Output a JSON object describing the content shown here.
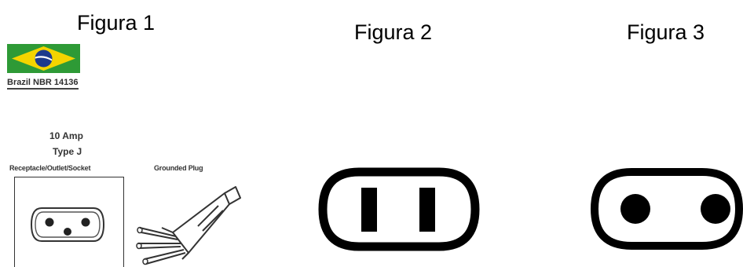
{
  "figures": [
    {
      "title": "Figura 1"
    },
    {
      "title": "Figura 2"
    },
    {
      "title": "Figura 3"
    }
  ],
  "figure1": {
    "flag_caption": "Brazil NBR 14136",
    "amperage": "10 Amp",
    "plug_type": "Type J",
    "receptacle_label": "Receptacle/Outlet/Socket",
    "plug_label": "Grounded Plug"
  },
  "colors": {
    "flag_green": "#2e9a36",
    "flag_yellow": "#f4d400",
    "flag_blue": "#1c3a8c",
    "outline": "#000000"
  }
}
